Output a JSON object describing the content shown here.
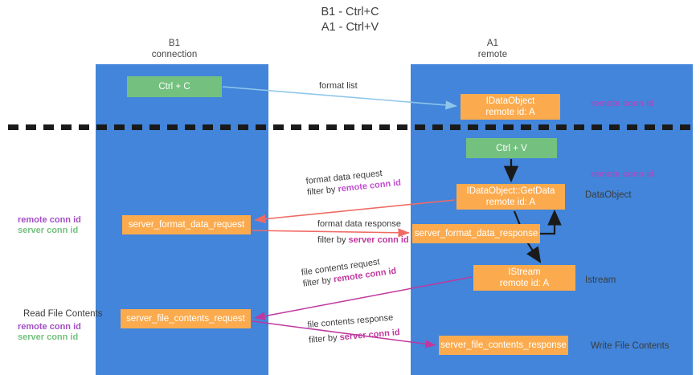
{
  "title": {
    "line1": "B1 - Ctrl+C",
    "line2": "A1 - Ctrl+V"
  },
  "lanes": [
    {
      "name": "B1",
      "role": "connection",
      "color": "#4285da"
    },
    {
      "name": "A1",
      "role": "remote",
      "color": "#4285da"
    }
  ],
  "nodes": {
    "ctrl_c": {
      "label": "Ctrl + C",
      "color": "#74c17f"
    },
    "idataobject": {
      "line1": "IDataObject",
      "line2": "remote id: A",
      "color": "#fbab4e"
    },
    "ctrl_v": {
      "label": "Ctrl + V",
      "color": "#74c17f"
    },
    "getdata": {
      "line1": "IDataObject::GetData",
      "line2": "remote id: A",
      "color": "#fbab4e"
    },
    "server_format_data_request": {
      "label": "server_format_data_request",
      "color": "#fbab4e"
    },
    "server_format_data_response": {
      "label": "server_format_data_response",
      "color": "#fbab4e"
    },
    "istream": {
      "line1": "IStream",
      "line2": "remote id: A",
      "color": "#fbab4e"
    },
    "server_file_contents_request": {
      "label": "server_file_contents_request",
      "color": "#fbab4e"
    },
    "server_file_contents_response": {
      "label": "server_file_contents_response",
      "color": "#fbab4e"
    }
  },
  "edge_labels": {
    "format_list": "format list",
    "format_data_request": "format data request",
    "format_data_request_filter_prefix": "filter by ",
    "format_data_request_filter_key": "remote conn id",
    "format_data_response": "format data response",
    "format_data_response_filter_prefix": "filter by ",
    "format_data_response_filter_key": "server conn id",
    "file_contents_request": "file contents request",
    "file_contents_request_filter_prefix": "filter by ",
    "file_contents_request_filter_key": "remote conn id",
    "file_contents_response": "file contents response",
    "file_contents_response_filter_prefix": "filter by ",
    "file_contents_response_filter_key": "server conn id"
  },
  "side_labels": {
    "dataobject": "DataObject",
    "istream": "Istream",
    "write_file_contents": "Write File Contents",
    "read_file_contents": "Read File Contents"
  },
  "id_labels": {
    "remote_conn_id": "remote conn id",
    "server_conn_id": "server conn id"
  },
  "colors": {
    "lane": "#4285da",
    "green_node": "#74c17f",
    "orange_node": "#fbab4e",
    "remote_conn_id": "#a24fc4",
    "server_conn_id": "#74c17f",
    "arrow_blue": "#8ec6ea",
    "arrow_red": "#ef6a63",
    "arrow_magenta": "#c0389f",
    "arrow_black": "#1a1a1a",
    "dashed_line": "#1a1a1a"
  }
}
